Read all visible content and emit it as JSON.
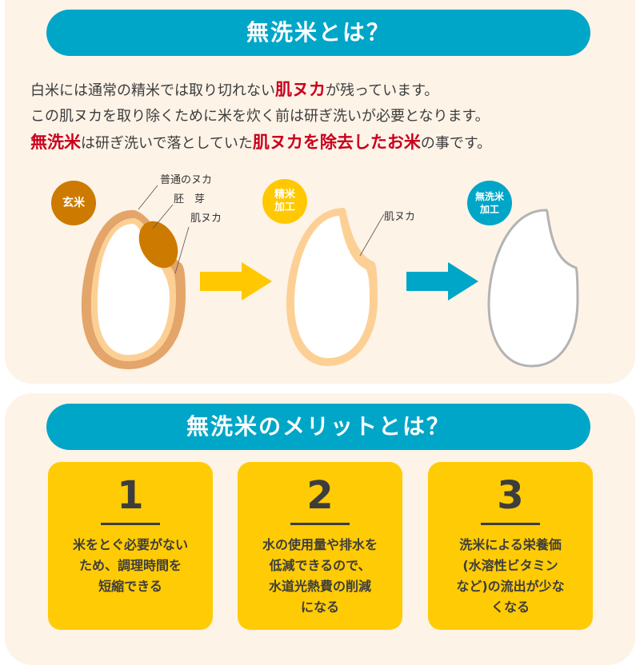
{
  "section1": {
    "title": "無洗米とは？",
    "intro": {
      "line1": {
        "pre": "白米には通常の精米では取り切れない",
        "highlight": "肌ヌカ",
        "post": "が残っています。"
      },
      "line2": "この肌ヌカを取り除くために米を炊く前は研ぎ洗いが必要となります。",
      "line3": {
        "highlight1": "無洗米",
        "mid": "は研ぎ洗いで落としていた",
        "highlight2": "肌ヌカを除去したお米",
        "post": "の事です。"
      }
    },
    "diagram": {
      "stage1": {
        "badge": "玄米",
        "labels": {
          "bran": "普通のヌカ",
          "germ": "胚　芽",
          "skin_bran": "肌ヌカ"
        }
      },
      "stage2": {
        "badge_line1": "精米",
        "badge_line2": "加工",
        "label": "肌ヌカ"
      },
      "stage3": {
        "badge_line1": "無洗米",
        "badge_line2": "加工"
      }
    },
    "colors": {
      "accent": "#00a6c7",
      "highlight": "#c8001e",
      "yellow": "#ffcb05",
      "brown": "#cd7a00"
    }
  },
  "section2": {
    "title": "無洗米のメリットとは？",
    "cards": [
      {
        "number": "1",
        "lines": [
          "米をとぐ必要がない",
          "ため、調理時間を",
          "短縮できる"
        ]
      },
      {
        "number": "2",
        "lines": [
          "水の使用量や排水を",
          "低減できるので、",
          "水道光熱費の削減",
          "になる"
        ]
      },
      {
        "number": "3",
        "lines": [
          "洗米による栄養価",
          "(水溶性ビタミン",
          "など)の流出が少な",
          "くなる"
        ]
      }
    ]
  }
}
